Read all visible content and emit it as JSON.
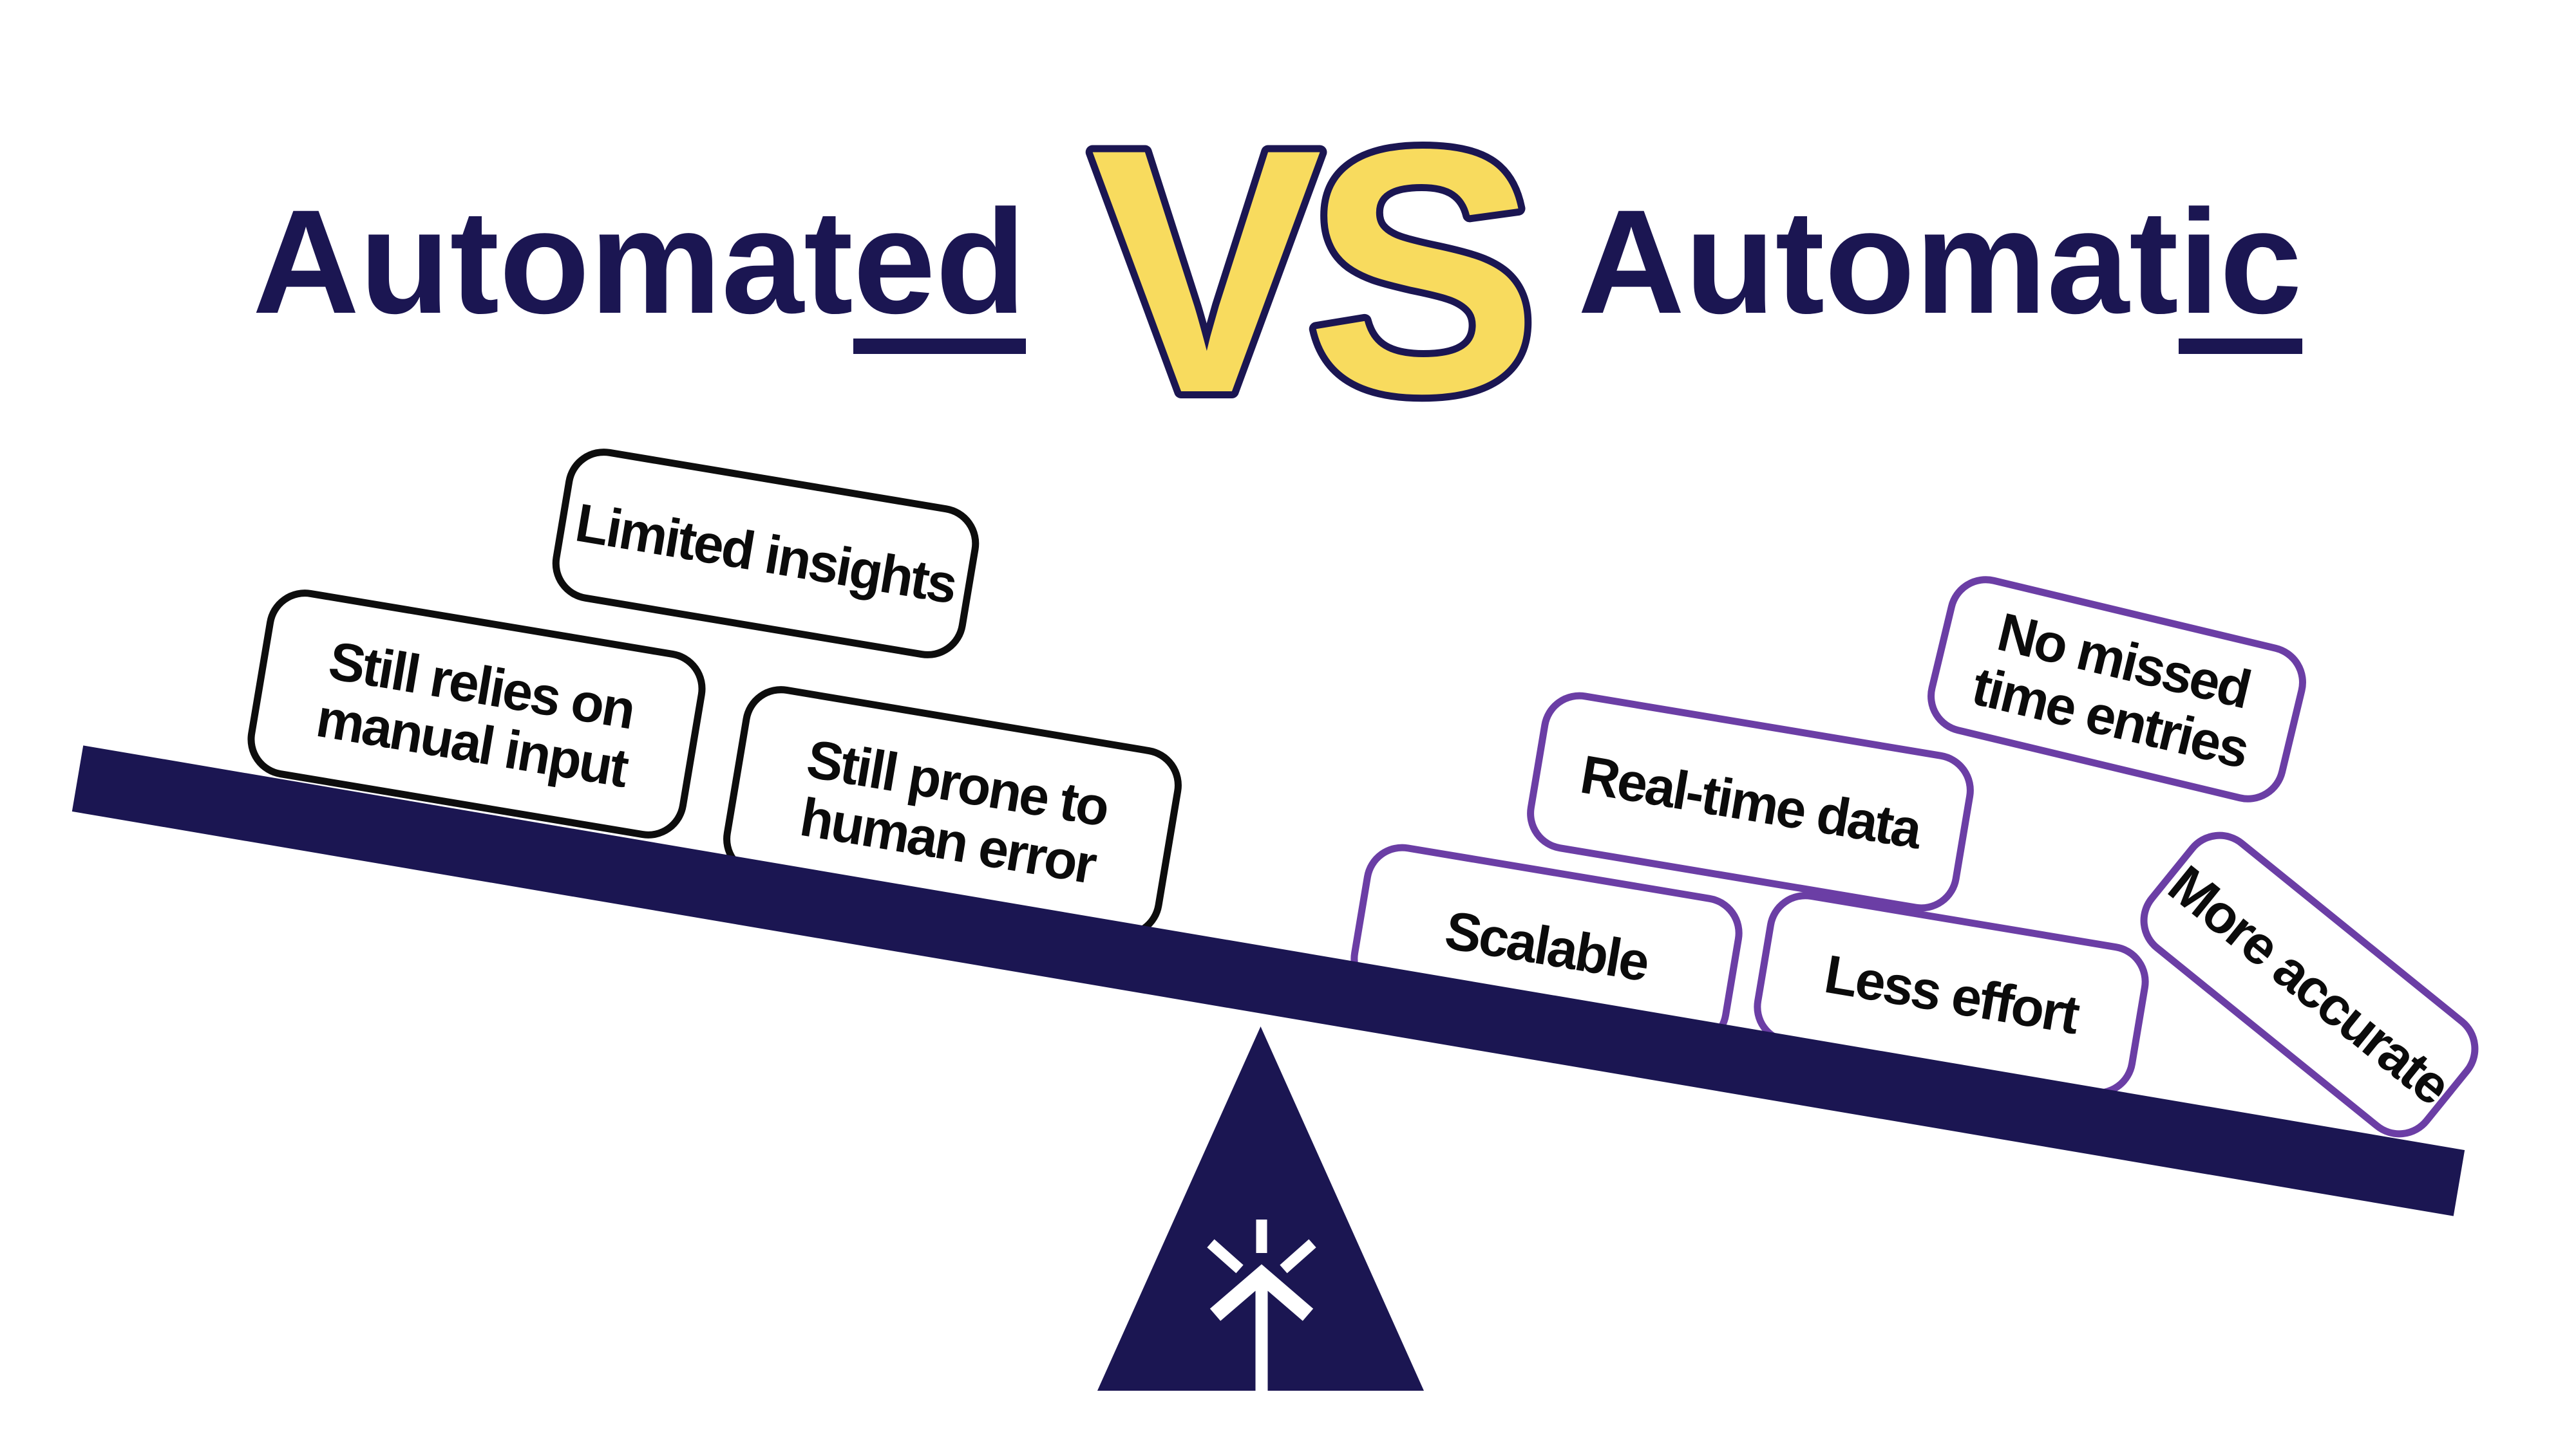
{
  "colors": {
    "navy": "#1B1652",
    "yellow": "#F8DB5E",
    "purple": "#6B3EA5",
    "ink": "#0B0B0B",
    "card_bg": "#FFFFFF"
  },
  "header": {
    "left_main": "Automat",
    "left_underlined": "ed",
    "vs": "VS",
    "right_main": "Automat",
    "right_underlined": "ic"
  },
  "left_group": {
    "side_label": "Automated",
    "boxes": [
      {
        "id": "limited-insights",
        "label": "Limited insights"
      },
      {
        "id": "still-relies-on-manual-input",
        "label": "Still relies on\nmanual input"
      },
      {
        "id": "still-prone-to-human-error",
        "label": "Still prone to\nhuman error"
      }
    ]
  },
  "right_group": {
    "side_label": "Automatic",
    "boxes": [
      {
        "id": "real-time-data",
        "label": "Real-time data"
      },
      {
        "id": "no-missed-time-entries",
        "label": "No missed\ntime entries"
      },
      {
        "id": "scalable",
        "label": "Scalable"
      },
      {
        "id": "less-effort",
        "label": "Less effort"
      },
      {
        "id": "more-accurate",
        "label": "More accurate"
      }
    ]
  },
  "fulcrum": {
    "icon": "arrow-up-rays-logo"
  }
}
